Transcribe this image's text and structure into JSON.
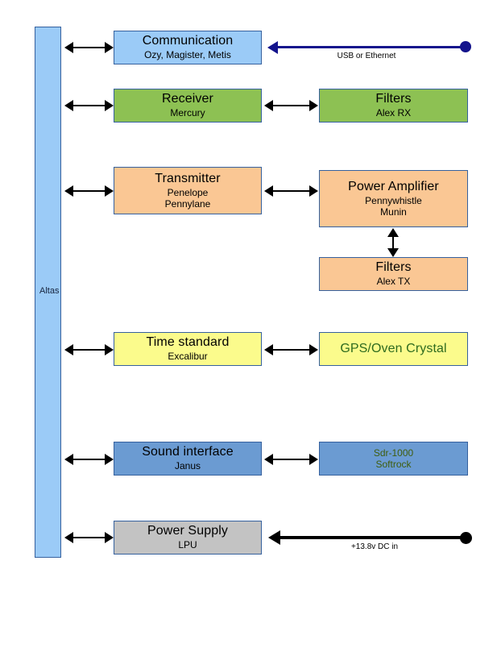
{
  "diagram": {
    "bus": {
      "label": "Altas"
    },
    "blocks": [
      {
        "id": "communication",
        "title": "Communication",
        "sub": "Ozy, Magister, Metis"
      },
      {
        "id": "receiver",
        "title": "Receiver",
        "sub": "Mercury"
      },
      {
        "id": "filters-rx",
        "title": "Filters",
        "sub": "Alex RX"
      },
      {
        "id": "transmitter",
        "title": "Transmitter",
        "sub": "Penelope",
        "sub2": "Pennylane"
      },
      {
        "id": "power-amplifier",
        "title": "Power Amplifier",
        "sub": "Pennywhistle",
        "sub2": "Munin"
      },
      {
        "id": "filters-tx",
        "title": "Filters",
        "sub": "Alex TX"
      },
      {
        "id": "time-standard",
        "title": "Time standard",
        "sub": "Excalibur"
      },
      {
        "id": "gps-oven",
        "title": "GPS/Oven Crystal",
        "sub": ""
      },
      {
        "id": "sound-interface",
        "title": "Sound interface",
        "sub": "Janus"
      },
      {
        "id": "sdr",
        "title": "Sdr-1000",
        "sub": "Softrock"
      },
      {
        "id": "power-supply",
        "title": "Power Supply",
        "sub": "LPU"
      }
    ],
    "links": [
      {
        "id": "usb-link",
        "label": "USB or Ethernet"
      },
      {
        "id": "dc-link",
        "label": "+13.8v DC in"
      }
    ],
    "colors": {
      "bus_fill": "#9bcbf7",
      "border": "#36619e",
      "green": "#8dc153",
      "orange": "#fac794",
      "yellow": "#fbfb8c",
      "steel": "#6b9bd2",
      "gray": "#c3c3c3",
      "navy": "#14148c",
      "green_text": "#2e6b1f",
      "olive_text": "#3f5d0d"
    }
  }
}
